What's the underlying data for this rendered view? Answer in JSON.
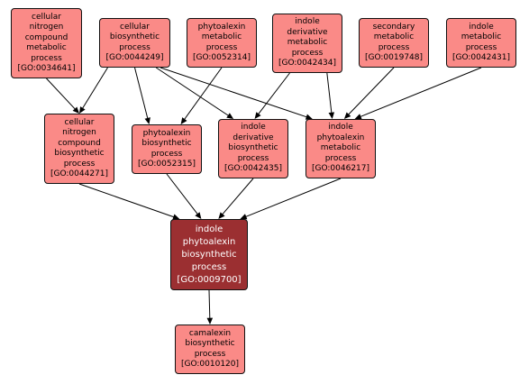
{
  "nodes": [
    {
      "id": "GO:0034641",
      "lines": [
        "cellular",
        "nitrogen",
        "compound",
        "metabolic",
        "process"
      ],
      "term_id": "[GO:0034641]"
    },
    {
      "id": "GO:0044249",
      "lines": [
        "cellular",
        "biosynthetic",
        "process"
      ],
      "term_id": "[GO:0044249]"
    },
    {
      "id": "GO:0052314",
      "lines": [
        "phytoalexin",
        "metabolic",
        "process"
      ],
      "term_id": "[GO:0052314]"
    },
    {
      "id": "GO:0042434",
      "lines": [
        "indole",
        "derivative",
        "metabolic",
        "process"
      ],
      "term_id": "[GO:0042434]"
    },
    {
      "id": "GO:0019748",
      "lines": [
        "secondary",
        "metabolic",
        "process"
      ],
      "term_id": "[GO:0019748]"
    },
    {
      "id": "GO:0042431",
      "lines": [
        "indole",
        "metabolic",
        "process"
      ],
      "term_id": "[GO:0042431]"
    },
    {
      "id": "GO:0044271",
      "lines": [
        "cellular",
        "nitrogen",
        "compound",
        "biosynthetic",
        "process"
      ],
      "term_id": "[GO:0044271]"
    },
    {
      "id": "GO:0052315",
      "lines": [
        "phytoalexin",
        "biosynthetic",
        "process"
      ],
      "term_id": "[GO:0052315]"
    },
    {
      "id": "GO:0042435",
      "lines": [
        "indole",
        "derivative",
        "biosynthetic",
        "process"
      ],
      "term_id": "[GO:0042435]"
    },
    {
      "id": "GO:0046217",
      "lines": [
        "indole",
        "phytoalexin",
        "metabolic",
        "process"
      ],
      "term_id": "[GO:0046217]"
    },
    {
      "id": "GO:0009700",
      "lines": [
        "indole",
        "phytoalexin",
        "biosynthetic",
        "process"
      ],
      "term_id": "[GO:0009700]",
      "highlighted": true
    },
    {
      "id": "GO:0010120",
      "lines": [
        "camalexin",
        "biosynthetic",
        "process"
      ],
      "term_id": "[GO:0010120]"
    }
  ],
  "edges": [
    [
      "GO:0034641",
      "GO:0044271"
    ],
    [
      "GO:0044249",
      "GO:0044271"
    ],
    [
      "GO:0044249",
      "GO:0052315"
    ],
    [
      "GO:0044249",
      "GO:0042435"
    ],
    [
      "GO:0044249",
      "GO:0046217"
    ],
    [
      "GO:0052314",
      "GO:0052315"
    ],
    [
      "GO:0042434",
      "GO:0042435"
    ],
    [
      "GO:0042434",
      "GO:0046217"
    ],
    [
      "GO:0019748",
      "GO:0046217"
    ],
    [
      "GO:0042431",
      "GO:0046217"
    ],
    [
      "GO:0044271",
      "GO:0009700"
    ],
    [
      "GO:0052315",
      "GO:0009700"
    ],
    [
      "GO:0042435",
      "GO:0009700"
    ],
    [
      "GO:0046217",
      "GO:0009700"
    ],
    [
      "GO:0009700",
      "GO:0010120"
    ]
  ],
  "colors": {
    "node_fill": "#fa8a87",
    "focus_fill": "#9b2f31",
    "border": "#111111",
    "edge": "#000000"
  }
}
